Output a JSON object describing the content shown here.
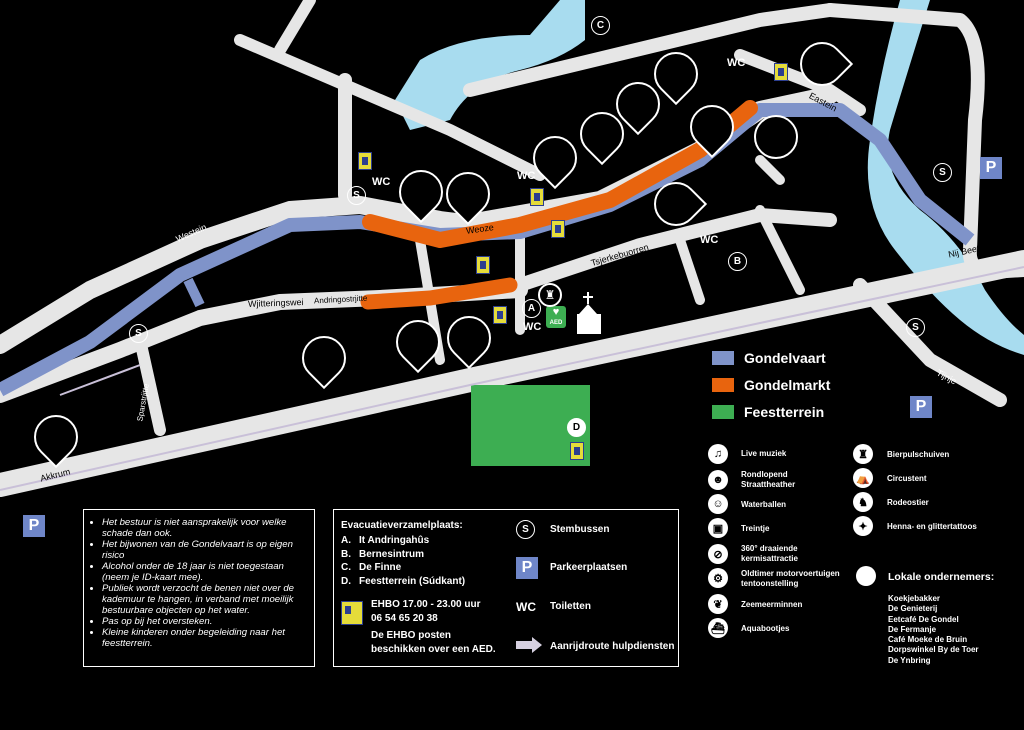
{
  "colors": {
    "water": "#a8dcef",
    "road": "#e6e6e6",
    "gondelvaart": "#7f93c9",
    "gondelmarkt": "#e8640e",
    "feestterrein": "#3dae52",
    "parking": "#6f86c8"
  },
  "streets": {
    "westein": "Westein",
    "weoze": "Weoze",
    "wjitteringswei": "Wjitteringswei",
    "andringostrjitte": "Andringostrjitte",
    "tsjerkebuorren": "Tsjerkebuorren",
    "eastein": "Eastein",
    "nij_beets": "Nij Beets",
    "tijnje": "Tijnje",
    "akkrum": "Akkrum",
    "sparstrjitte": "Sparstrjitte"
  },
  "map_markers": {
    "wc": "WC",
    "s": "S",
    "p": "P",
    "a": "A",
    "b": "B",
    "c": "C",
    "d": "D",
    "aed": "AED"
  },
  "legend_areas": [
    {
      "label": "Gondelvaart",
      "color": "#7f93c9"
    },
    {
      "label": "Gondelmarkt",
      "color": "#e8640e"
    },
    {
      "label": "Feestterrein",
      "color": "#3dae52"
    }
  ],
  "poi_legend_left": [
    {
      "icon": "music-icon",
      "glyph": "♫",
      "label": "Live muziek"
    },
    {
      "icon": "theater-icon",
      "glyph": "☻",
      "label": "Rondlopend Straattheather"
    },
    {
      "icon": "waterball-icon",
      "glyph": "☺",
      "label": "Waterballen"
    },
    {
      "icon": "train-icon",
      "glyph": "▣",
      "label": "Treintje"
    },
    {
      "icon": "carousel-360-icon",
      "glyph": "⊘",
      "label": "360° draaiende kermisattractie"
    },
    {
      "icon": "motorcycle-icon",
      "glyph": "⚙",
      "label": "Oldtimer motorvoertuigen tentoonstelling"
    },
    {
      "icon": "mermaid-icon",
      "glyph": "❦",
      "label": "Zeemeerminnen"
    },
    {
      "icon": "boat-icon",
      "glyph": "⛴",
      "label": "Aquabootjes"
    }
  ],
  "poi_legend_right": [
    {
      "icon": "beer-icon",
      "glyph": "♜",
      "label": "Bierpulschuiven"
    },
    {
      "icon": "circus-icon",
      "glyph": "⛺",
      "label": "Circustent"
    },
    {
      "icon": "rodeo-bull-icon",
      "glyph": "♞",
      "label": "Rodeostier"
    },
    {
      "icon": "tattoo-icon",
      "glyph": "✦",
      "label": "Henna- en glittertattoos"
    }
  ],
  "local_entrepreneurs": {
    "title": "Lokale ondernemers:",
    "items": [
      "Koekjebakker",
      "De Genieterij",
      "Eetcafé De Gondel",
      "De Fermanje",
      "Café Moeke de Bruin",
      "Dorpswinkel By de Toer",
      "De Ynbring"
    ]
  },
  "notice": [
    "Het bestuur is niet aansprakelijk voor welke schade dan ook.",
    "Het bijwonen van de Gondelvaart is op eigen risico",
    "Alcohol onder de 18 jaar is niet toegestaan (neem je ID-kaart mee).",
    "Publiek wordt verzocht de benen niet over de kademuur te hangen, in verband met moeilijk bestuurbare objecten op het water.",
    "Pas op bij het oversteken.",
    "Kleine kinderen onder begeleiding naar het feestterrein."
  ],
  "evacuation": {
    "title": "Evacuatieverzamelplaats:",
    "items": [
      {
        "key": "A.",
        "value": "It Andringahûs"
      },
      {
        "key": "B.",
        "value": "Bernesintrum"
      },
      {
        "key": "C.",
        "value": "De Finne"
      },
      {
        "key": "D.",
        "value": "Feestterrein (Súdkant)"
      }
    ]
  },
  "ehbo": {
    "line1": "EHBO 17.00 - 23.00 uur",
    "line2": "06 54 65 20 38",
    "line3": "De EHBO posten",
    "line4": "beschikken over een AED."
  },
  "symbols_legend": {
    "stembussen": "Stembussen",
    "parkeer": "Parkeerplaatsen",
    "toiletten": "Toiletten",
    "aanrij": "Aanrijdroute hulpdiensten"
  }
}
